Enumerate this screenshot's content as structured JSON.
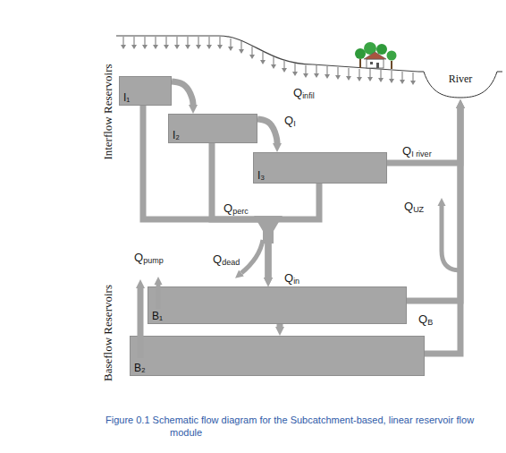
{
  "diagram": {
    "caption": "Figure 0.1 Schematic flow diagram for the Subcatchment-based, linear reservoir flow module",
    "nodes": [
      {
        "text": [
          "I₁"
        ]
      },
      {
        "text": [
          "River"
        ]
      },
      {
        "text": [
          "I₂"
        ]
      },
      {
        "text": [
          "I₃"
        ]
      },
      {
        "text": [
          "B₁"
        ]
      },
      {
        "text": [
          "B₂"
        ]
      }
    ],
    "edges": [
      {
        "from": 0,
        "to": 2,
        "arrow": "to"
      },
      {
        "from": 2,
        "to": 3,
        "label": "QI",
        "arrow": "to"
      },
      {
        "from": 3,
        "to": 1,
        "label": "QI river",
        "arrow": "to"
      },
      {
        "from": 0,
        "to": 4,
        "arrow": "to"
      },
      {
        "from": 2,
        "to": 4,
        "arrow": "to"
      },
      {
        "from": 3,
        "to": 4,
        "arrow": "to"
      },
      {
        "from": 4,
        "to": 5,
        "arrow": "to"
      },
      {
        "from": 4,
        "to": 1,
        "arrow": "to"
      },
      {
        "from": 5,
        "to": 1,
        "arrow": "to"
      }
    ],
    "labels": [
      "Interflow Reservoirs",
      "Qinfil",
      "QUZ",
      "Qperc",
      "Qpump",
      "Qdead",
      "Qin",
      "Baseflow Reservoirs",
      "QB"
    ]
  }
}
